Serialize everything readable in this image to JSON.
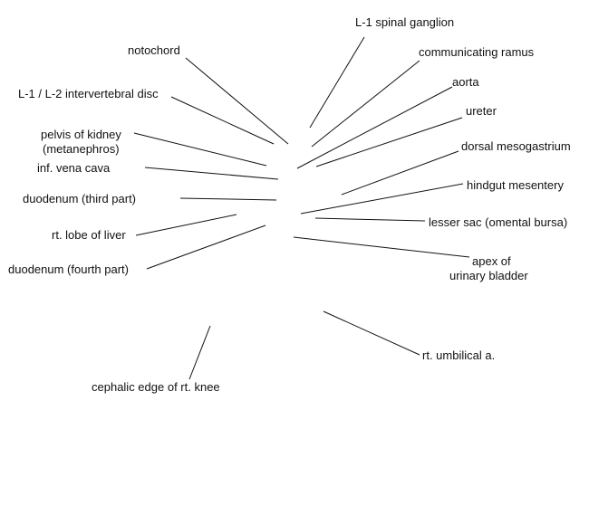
{
  "labels": {
    "l1_spinal_ganglion": "L-1 spinal ganglion",
    "notochord": "notochord",
    "communicating_ramus": "communicating ramus",
    "aorta": "aorta",
    "l1_l2_intervertebral_disc": "L-1 / L-2 intervertebral disc",
    "ureter": "ureter",
    "pelvis_of_kidney": "pelvis of kidney",
    "metanephros": "(metanephros)",
    "dorsal_mesogastrium": "dorsal mesogastrium",
    "inf_vena_cava": "inf. vena cava",
    "hindgut_mesentery": "hindgut mesentery",
    "duodenum_third_part": "duodenum (third part)",
    "lesser_sac": "lesser sac (omental bursa)",
    "rt_lobe_of_liver": "rt. lobe of liver",
    "apex_of": "apex of",
    "urinary_bladder": "urinary bladder",
    "duodenum_fourth_part": "duodenum (fourth part)",
    "rt_umbilical_a": "rt. umbilical a.",
    "cephalic_edge_rt_knee": "cephalic edge of rt. knee"
  },
  "colors": {
    "line": "#111111",
    "text": "#111111",
    "background": "#ffffff"
  }
}
